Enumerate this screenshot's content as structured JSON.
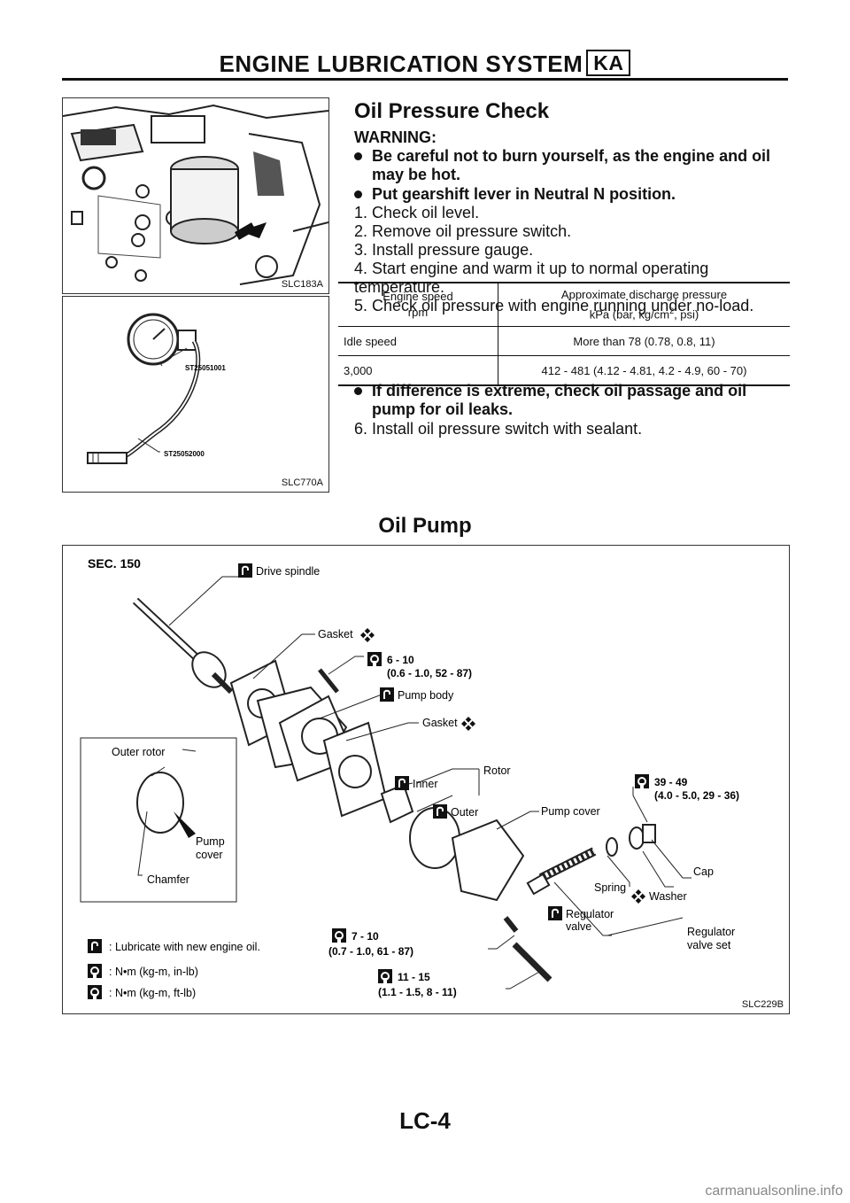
{
  "header": {
    "title": "ENGINE LUBRICATION SYSTEM",
    "badge": "KA"
  },
  "figures": {
    "fig1": {
      "label": "SLC183A"
    },
    "fig2": {
      "label": "SLC770A",
      "tool1": "ST25051001",
      "tool2": "ST25052000"
    },
    "fig3": {
      "label": "SLC229B"
    }
  },
  "oil_pressure": {
    "title": "Oil Pressure Check",
    "warning_label": "WARNING:",
    "bullets": [
      "Be careful not to burn yourself, as the engine and oil may be hot.",
      "Put gearshift lever in Neutral N position."
    ],
    "steps": [
      "1. Check oil level.",
      "2. Remove oil pressure switch.",
      "3. Install pressure gauge.",
      "4. Start engine and warm it up to normal operating temperature.",
      "5. Check oil pressure with engine running under no-load."
    ],
    "table": {
      "col1_line1": "Engine speed",
      "col1_line2": "rpm",
      "col2_line1": "Approximate discharge pressure",
      "col2_line2a": "kPa (bar, kg/cm",
      "col2_sup": "2",
      "col2_line2b": ", psi)",
      "rows": [
        {
          "speed": "Idle speed",
          "pressure": "More than 78 (0.78, 0.8, 11)"
        },
        {
          "speed": "3,000",
          "pressure": "412 - 481 (4.12 - 4.81, 4.2 - 4.9, 60 - 70)"
        }
      ]
    },
    "bullet_after": "If difference is extreme, check oil passage and oil pump for oil leaks.",
    "step6": "6. Install oil pressure switch with sealant."
  },
  "oil_pump": {
    "title": "Oil Pump",
    "sec": "SEC. 150",
    "labels": {
      "drive_spindle": "Drive spindle",
      "gasket1": "Gasket",
      "torque1_a": "6 - 10",
      "torque1_b": "(0.6 - 1.0, 52 - 87)",
      "pump_body": "Pump body",
      "gasket2": "Gasket",
      "outer_rotor": "Outer rotor",
      "rotor": "Rotor",
      "inner": "Inner",
      "outer": "Outer",
      "pump_cover": "Pump cover",
      "pump_cover_inset_a": "Pump",
      "pump_cover_inset_b": "cover",
      "chamfer": "Chamfer",
      "torque2_a": "39 - 49",
      "torque2_b": "(4.0 - 5.0, 29 - 36)",
      "cap": "Cap",
      "spring": "Spring",
      "washer": "Washer",
      "regulator_valve_a": "Regulator",
      "regulator_valve_b": "valve",
      "regulator_set_a": "Regulator",
      "regulator_set_b": "valve set",
      "torque3_a": "7 - 10",
      "torque3_b": "(0.7 - 1.0, 61 - 87)",
      "torque4_a": "11 - 15",
      "torque4_b": "(1.1 - 1.5, 8 - 11)"
    },
    "legend": {
      "lube": ": Lubricate with new engine oil.",
      "inlb": ": N•m (kg-m, in-lb)",
      "ftlb": ": N•m (kg-m, ft-lb)"
    }
  },
  "footer": {
    "page": "LC-4"
  },
  "watermark": "carmanualsonline.info"
}
